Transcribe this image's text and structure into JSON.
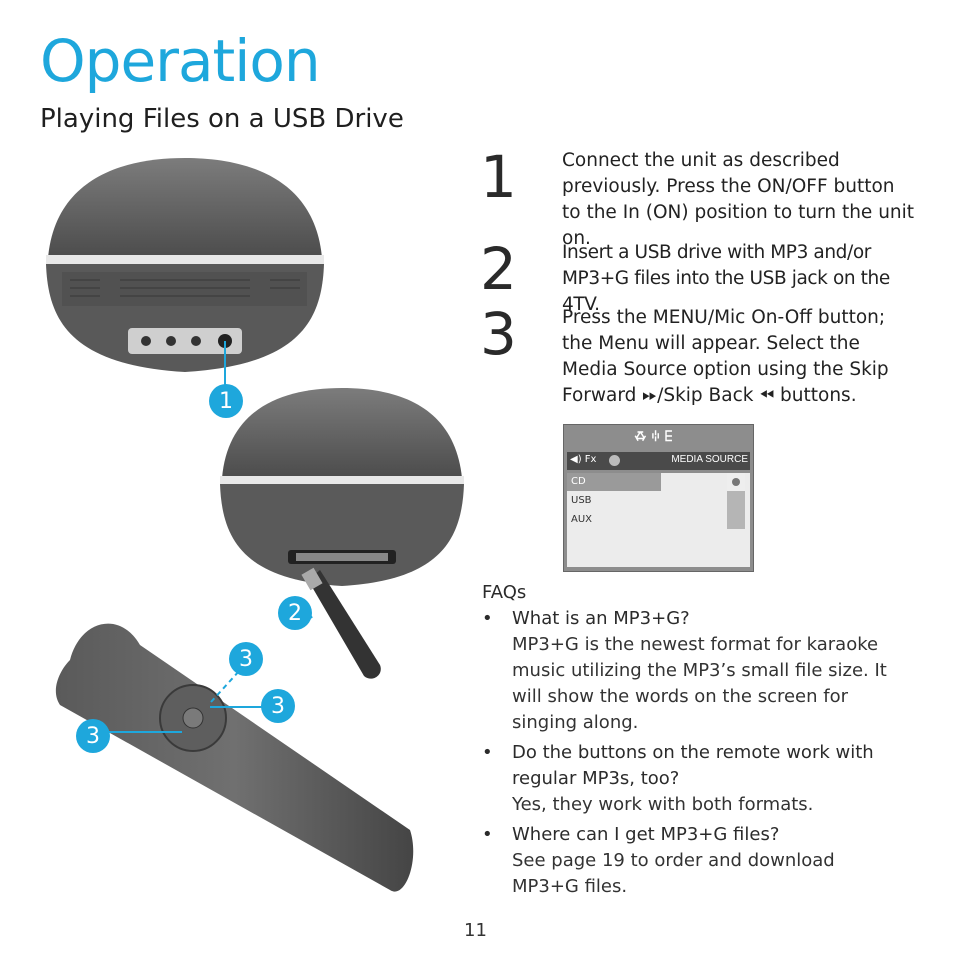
{
  "page": {
    "title": "Operation",
    "subtitle": "Playing Files on a USB Drive",
    "page_number": "11"
  },
  "steps": [
    {
      "num": "1",
      "text": "Connect the unit as described previously. Press the ON/OFF button to the In (ON) position to turn the unit on."
    },
    {
      "num": "2",
      "text": "Insert a USB drive with MP3 and/or MP3+G files into the USB jack on the 4TV."
    },
    {
      "num": "3",
      "text_before": "Press the MENU/Mic On-Off button; the Menu will appear. Select the Media Source option using the Skip Forward ",
      "text_mid": "/Skip Back ",
      "text_after": " buttons."
    }
  ],
  "menu_screen": {
    "logo": "ꗇ ꗺ ꗋ",
    "header_left": "◀) Fx",
    "header_right": "MEDIA SOURCE",
    "items": [
      "CD",
      "USB",
      "AUX"
    ]
  },
  "callouts": {
    "c1": "1",
    "c2": "2",
    "c3a": "3",
    "c3b": "3",
    "c3c": "3"
  },
  "faq": {
    "heading": "FAQs",
    "items": [
      {
        "q": "What is an MP3+G?",
        "a": "MP3+G is the newest format for karaoke music utilizing the MP3’s small file size. It will show the words on the screen for singing along."
      },
      {
        "q": "Do the buttons on the remote work with regular MP3s, too?",
        "a": "Yes, they work with both formats."
      },
      {
        "q": "Where can I get MP3+G files?",
        "a": "See page 19 to order and download MP3+G files."
      }
    ]
  }
}
